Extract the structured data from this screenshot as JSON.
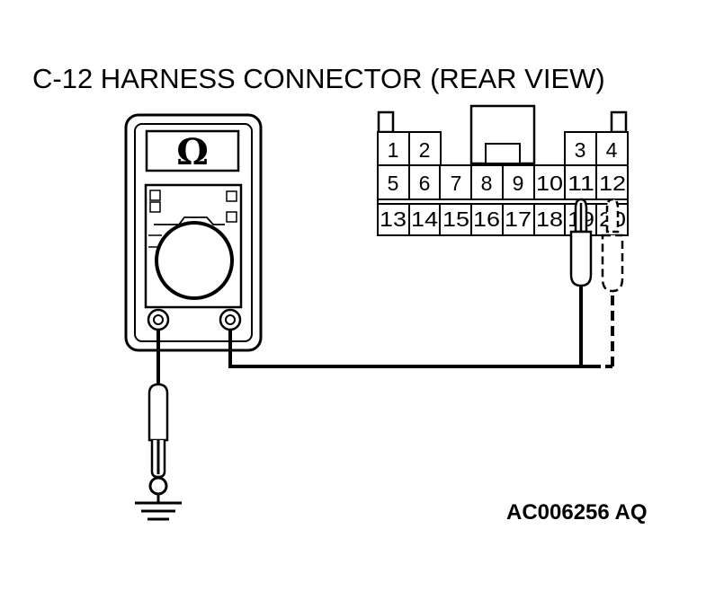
{
  "title": "C-12 HARNESS CONNECTOR (REAR VIEW)",
  "reference_code": "AC006256 AQ",
  "meter": {
    "display_symbol": "Ω"
  },
  "connector": {
    "pins": [
      "1",
      "2",
      "3",
      "4",
      "5",
      "6",
      "7",
      "8",
      "9",
      "10",
      "11",
      "12",
      "13",
      "14",
      "15",
      "16",
      "17",
      "18",
      "19",
      "20"
    ]
  }
}
